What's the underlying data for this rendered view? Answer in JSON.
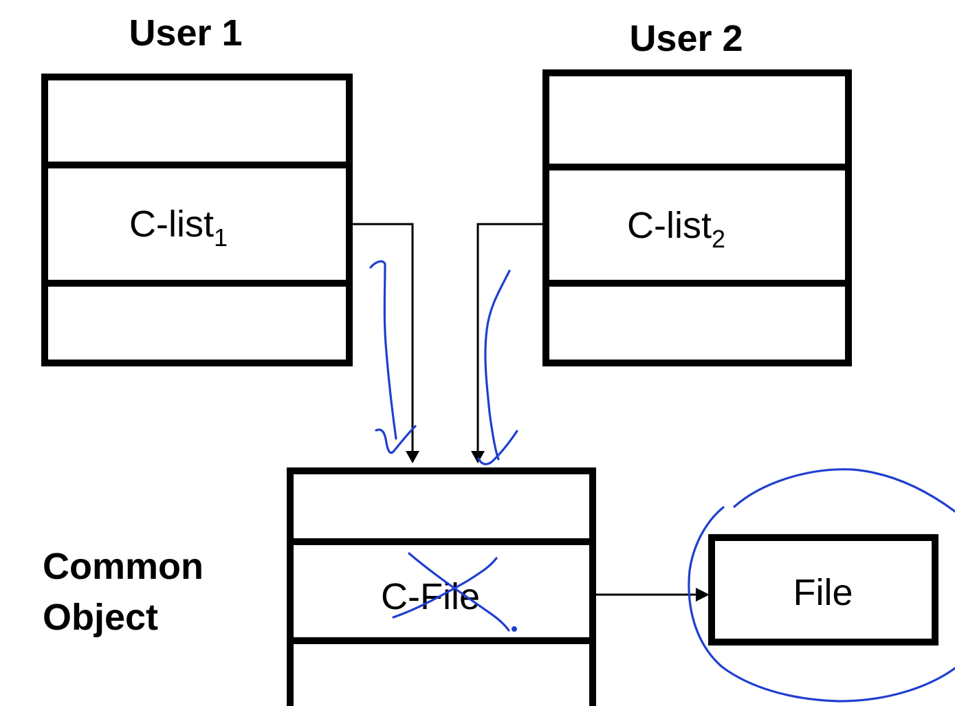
{
  "diagram": {
    "title_user1": "User 1",
    "title_user2": "User 2",
    "common_object_line1": "Common",
    "common_object_line2": "Object",
    "user1_clist": {
      "text": "C-list",
      "subscript": "1"
    },
    "user2_clist": {
      "text": "C-list",
      "subscript": "2"
    },
    "cfile_label": "C-File",
    "file_label": "File",
    "edges": [
      {
        "from": "C-list1",
        "to": "C-File"
      },
      {
        "from": "C-list2",
        "to": "C-File"
      },
      {
        "from": "C-File",
        "to": "File"
      }
    ],
    "annotations": {
      "ink_color": "#1f3fd0",
      "marks": [
        "checkmark-arrow-user1",
        "checkmark-arrow-user2",
        "cross-out-cfile",
        "circle-around-file"
      ]
    }
  }
}
